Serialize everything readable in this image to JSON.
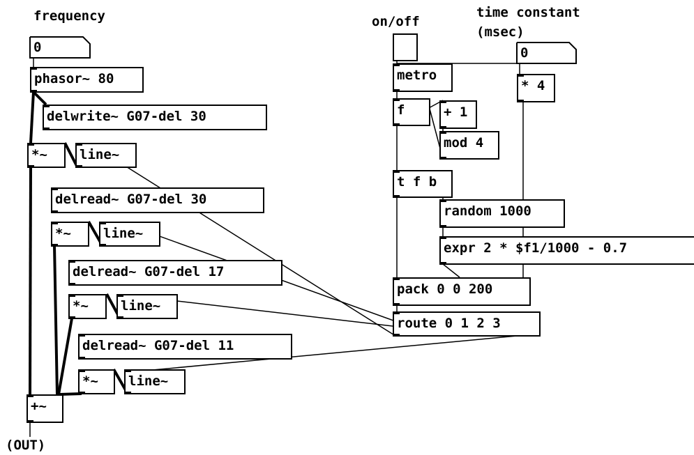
{
  "comments": {
    "frequency": "frequency",
    "on_off": "on/off",
    "time_constant_1": "time constant",
    "time_constant_2": "(msec)",
    "out": "(OUT)"
  },
  "number_boxes": {
    "frequency_value": "0",
    "time_constant_value": "0"
  },
  "objects": {
    "phasor": "phasor~ 80",
    "delwrite": "delwrite~ G07-del 30",
    "mul_0": "*~",
    "line_0": "line~",
    "delread_30": "delread~ G07-del 30",
    "mul_1": "*~",
    "line_1": "line~",
    "delread_17": "delread~ G07-del 17",
    "mul_2": "*~",
    "line_2": "line~",
    "delread_11": "delread~ G07-del 11",
    "mul_3": "*~",
    "line_3": "line~",
    "add_out": "+~",
    "metro": "metro",
    "float": "f",
    "plus_one": "+ 1",
    "mod": "mod 4",
    "trigger": "t f b",
    "random": "random 1000",
    "expr": "expr 2 * $f1/1000 - 0.7",
    "times4": "* 4",
    "pack": "pack 0 0 200",
    "route": "route 0 1 2 3"
  },
  "toggle": {
    "state": "off"
  }
}
